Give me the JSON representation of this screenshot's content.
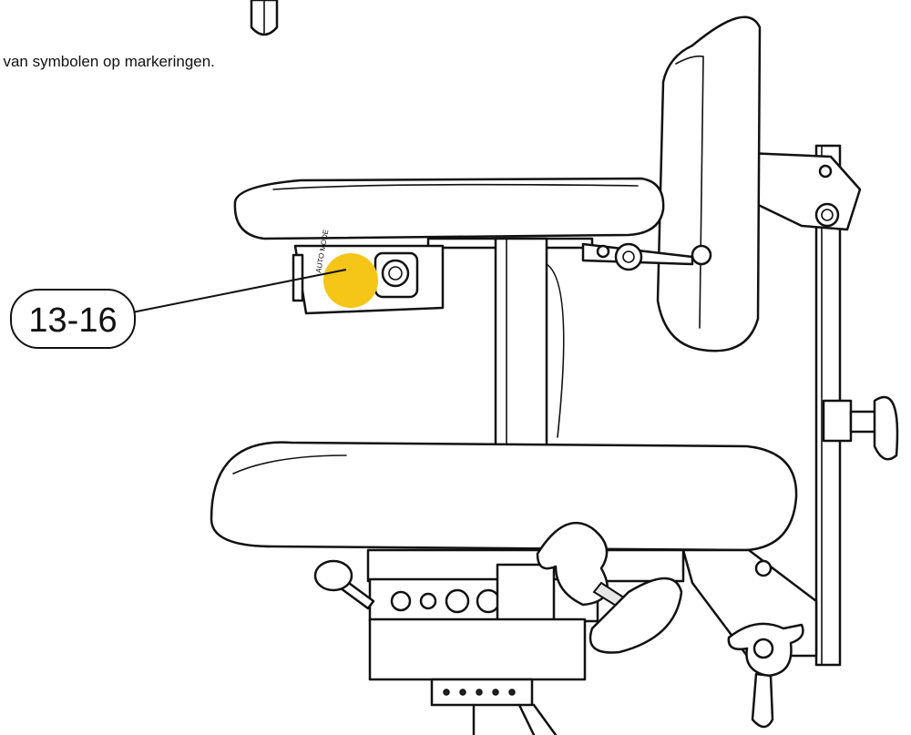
{
  "caption": "t van symbolen op markeringen.",
  "callout": {
    "label": "13-16"
  },
  "highlight": {
    "color": "#F5C518"
  },
  "device_label": "AUTO MODE",
  "icons": {
    "chair": "chair-illustration-icon",
    "marker": "highlight-dot-icon"
  }
}
